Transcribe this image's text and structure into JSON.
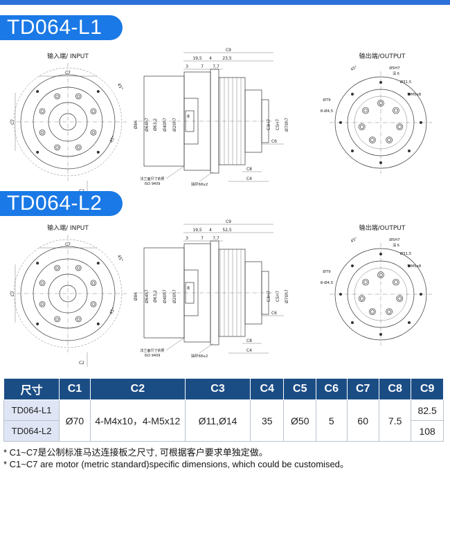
{
  "sections": [
    {
      "model": "TD064-L1",
      "input_label": "输入端/ INPUT",
      "output_label": "输出端/OUTPUT",
      "dims": {
        "c9": "C9",
        "d195": "19,5",
        "d4": "4",
        "d235": "23,5",
        "d3": "3",
        "d7": "7",
        "d77": "7,7",
        "c7": "C7",
        "c2": "C2",
        "d45": "45°",
        "d86": "Ø86",
        "d64": "Ø64h7",
        "d632": "Ø63,2",
        "d40": "Ø40h7",
        "d20": "Ø20h7",
        "d8": "8",
        "c3": "C3H7",
        "c5": "C5H7",
        "d70": "Ø70h7",
        "c6": "C6",
        "c8": "C8",
        "c4": "C4",
        "flange_note": "法兰面尺寸依照",
        "iso": "ISO 9409",
        "oil_ring": "油环66x2",
        "d5h7": "Ø5H7",
        "deep6": "深 6",
        "d315": "Ø31,5",
        "m5": "7-M5x8",
        "d79": "Ø79",
        "d45b": "8-Ø4,5"
      }
    },
    {
      "model": "TD064-L2",
      "input_label": "输入端/ INPUT",
      "output_label": "输出端/OUTPUT",
      "dims": {
        "c9": "C9",
        "d195": "19,5",
        "d4": "4",
        "d235": "52,5",
        "d3": "3",
        "d7": "7",
        "d77": "7,7",
        "c7": "C7",
        "c2": "C2",
        "d45": "45°",
        "d86": "Ø86",
        "d64": "Ø64h7",
        "d632": "Ø63,2",
        "d40": "Ø40h7",
        "d20": "Ø20h7",
        "d8": "8",
        "c3": "C3H7",
        "c5": "C5H7",
        "d70": "Ø70h7",
        "c6": "C6",
        "c8": "C8",
        "c4": "C4",
        "flange_note": "法兰面尺寸依照",
        "iso": "ISO 9409",
        "oil_ring": "油环66x2",
        "d5h7": "Ø5H7",
        "deep6": "深 6",
        "d315": "Ø31,5",
        "m5": "7-M5x8",
        "d79": "Ø79",
        "d45b": "8-Ø4,5"
      }
    }
  ],
  "table": {
    "headers": [
      "尺寸",
      "C1",
      "C2",
      "C3",
      "C4",
      "C5",
      "C6",
      "C7",
      "C8",
      "C9"
    ],
    "models": [
      "TD064-L1",
      "TD064-L2"
    ],
    "shared": {
      "c1": "Ø70",
      "c2": "4-M4x10，4-M5x12",
      "c3": "Ø11,Ø14",
      "c4": "35",
      "c5": "Ø50",
      "c6": "5",
      "c7": "60",
      "c8": "7.5"
    },
    "c9": [
      "82.5",
      "108"
    ]
  },
  "notes": [
    "* C1~C7是公制标准马达连接板之尺寸, 可根据客户要求单独定做。",
    "* C1~C7 are motor (metric standard)specific dimensions, which could be customised。"
  ],
  "colors": {
    "accent": "#1a79e6",
    "table_header": "#1b4d85",
    "model_cell": "#dfe5f5"
  }
}
